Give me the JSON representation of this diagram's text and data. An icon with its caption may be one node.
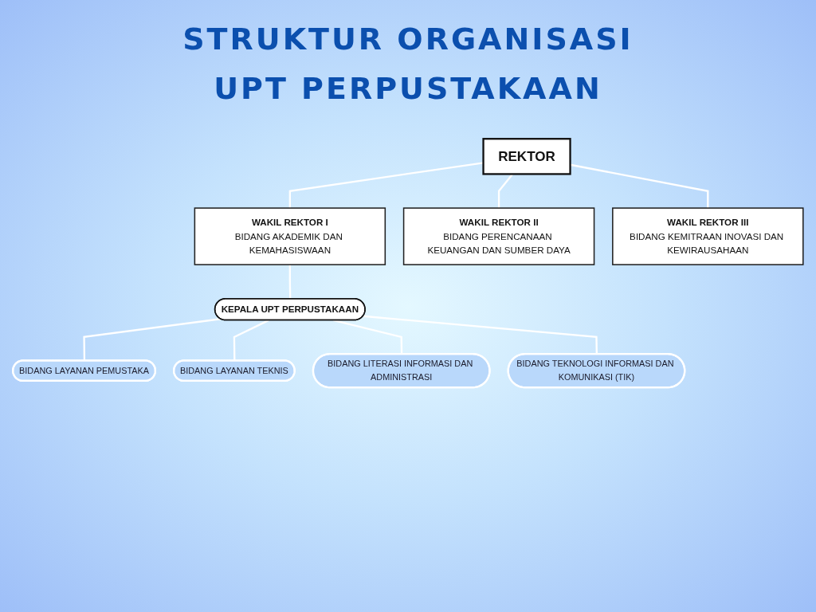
{
  "diagram": {
    "title": "STRUKTUR ORGANISASI UPT PERPUSTAKAAN",
    "nodes": [
      {
        "text": [
          "REKTOR"
        ]
      },
      {
        "text": [
          "WAKIL REKTOR I",
          "BIDANG AKADEMIK DAN KEMAHASISWAAN"
        ]
      },
      {
        "text": [
          "WAKIL REKTOR II",
          "BIDANG PERENCANAAN KEUANGAN DAN SUMBER DAYA"
        ]
      },
      {
        "text": [
          "WAKIL REKTOR III",
          "BIDANG KEMITRAAN INOVASI DAN KEWIRAUSAHAAN"
        ]
      },
      {
        "text": [
          "KEPALA UPT PERPUSTAKAAN"
        ]
      },
      {
        "text": [
          "BIDANG LAYANAN PEMUSTAKA"
        ]
      },
      {
        "text": [
          "BIDANG LAYANAN TEKNIS"
        ]
      },
      {
        "text": [
          "BIDANG LITERASI INFORMASI DAN ADMINISTRASI"
        ]
      },
      {
        "text": [
          "BIDANG TEKNOLOGI INFORMASI DAN KOMUNIKASI (TIK)"
        ]
      }
    ],
    "edges": [
      {
        "from": 0,
        "to": 1,
        "arrow": "none"
      },
      {
        "from": 0,
        "to": 2,
        "arrow": "none"
      },
      {
        "from": 0,
        "to": 3,
        "arrow": "none"
      },
      {
        "from": 1,
        "to": 4,
        "arrow": "none"
      },
      {
        "from": 4,
        "to": 5,
        "arrow": "none"
      },
      {
        "from": 4,
        "to": 6,
        "arrow": "none"
      },
      {
        "from": 4,
        "to": 7,
        "arrow": "none"
      },
      {
        "from": 4,
        "to": 8,
        "arrow": "none"
      }
    ]
  }
}
